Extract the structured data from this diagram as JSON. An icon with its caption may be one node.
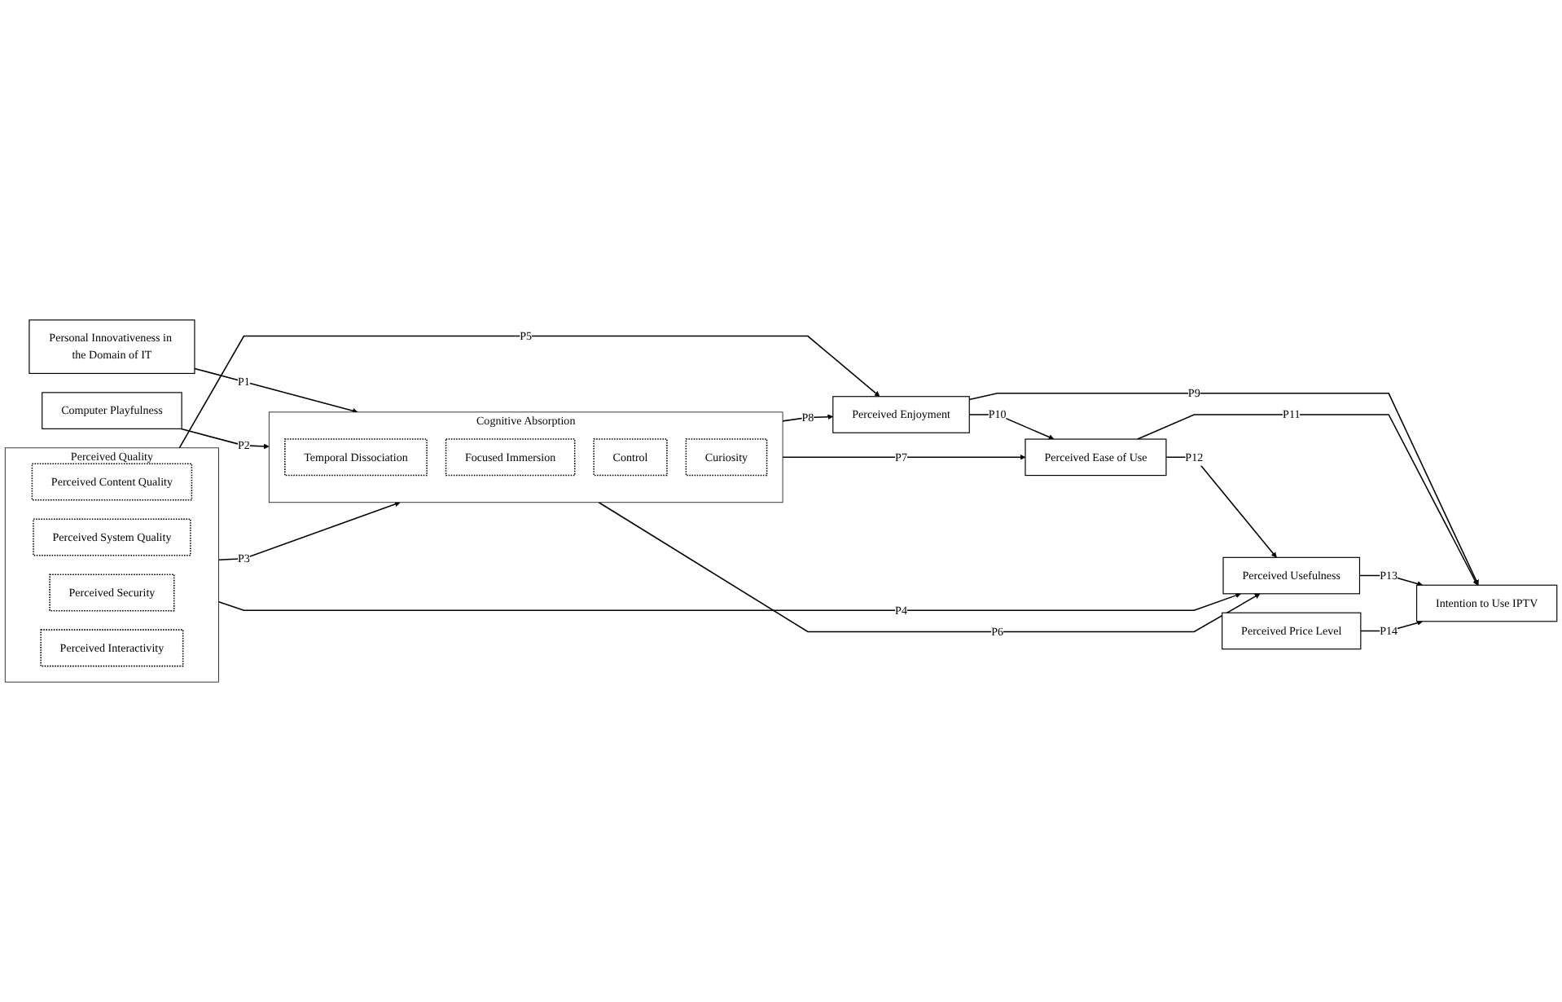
{
  "diagram": {
    "nodes": [
      {
        "text": [
          "Personal Innovativeness in the Domain of IT"
        ]
      },
      {
        "text": [
          "Computer Playfulness"
        ]
      },
      {
        "text": [
          "Cognitive Absorption"
        ]
      },
      {
        "text": [
          "Temporal Dissociation"
        ],
        "in": 2
      },
      {
        "text": [
          "Focused Immersion"
        ],
        "in": 2
      },
      {
        "text": [
          "Control"
        ],
        "in": 2
      },
      {
        "text": [
          "Curiosity"
        ],
        "in": 2
      },
      {
        "text": [
          "Perceived Usefulness"
        ]
      },
      {
        "text": [
          "Perceived Ease of Use"
        ]
      },
      {
        "text": [
          "Perceived Enjoyment"
        ]
      },
      {
        "text": [
          "Intention to Use IPTV"
        ]
      },
      {
        "text": [
          "Perceived Quality"
        ]
      },
      {
        "text": [
          "Perceived Content Quality"
        ],
        "in": 11
      },
      {
        "text": [
          "Perceived System Quality"
        ],
        "in": 11
      },
      {
        "text": [
          "Perceived Security"
        ],
        "in": 11
      },
      {
        "text": [
          "Perceived Interactivity"
        ],
        "in": 11
      },
      {
        "text": [
          "Perceived Price Level"
        ]
      }
    ],
    "edges": [
      {
        "from": 0,
        "to": 2,
        "arrow": "to",
        "label": "P1"
      },
      {
        "from": 1,
        "to": 2,
        "arrow": "to",
        "label": "P2"
      },
      {
        "from": 11,
        "to": 2,
        "arrow": "to",
        "label": "P3"
      },
      {
        "from": 11,
        "to": 7,
        "arrow": "to",
        "label": "P4"
      },
      {
        "from": 11,
        "to": 9,
        "arrow": "to",
        "label": "P5"
      },
      {
        "from": 2,
        "to": 7,
        "arrow": "to",
        "label": "P6"
      },
      {
        "from": 2,
        "to": 8,
        "arrow": "to",
        "label": "P7"
      },
      {
        "from": 2,
        "to": 9,
        "arrow": "to",
        "label": "P8"
      },
      {
        "from": 9,
        "to": 10,
        "arrow": "to",
        "label": "P9"
      },
      {
        "from": 9,
        "to": 8,
        "arrow": "to",
        "label": "P10"
      },
      {
        "from": 8,
        "to": 10,
        "arrow": "to",
        "label": "P11"
      },
      {
        "from": 8,
        "to": 7,
        "arrow": "to",
        "label": "P12"
      },
      {
        "from": 7,
        "to": 10,
        "arrow": "to",
        "label": "P13"
      },
      {
        "from": 16,
        "to": 10,
        "arrow": "to",
        "label": "P14"
      }
    ]
  }
}
